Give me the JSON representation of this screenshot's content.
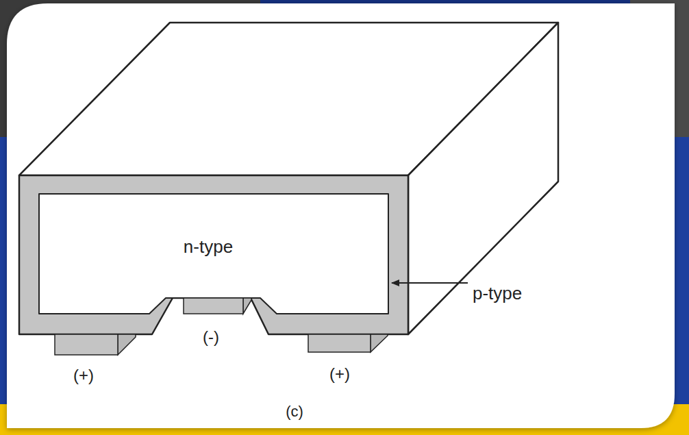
{
  "diagram": {
    "caption": "(c)",
    "nodes": [
      {
        "text": [
          "n-type"
        ]
      }
    ],
    "labels": [
      "p-type",
      "(+)",
      "(-)",
      "(+)"
    ]
  }
}
